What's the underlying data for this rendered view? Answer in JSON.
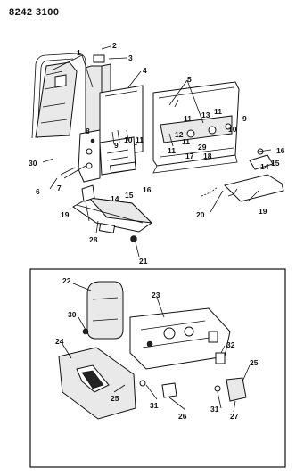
{
  "page_code": "8242 3100",
  "callouts_top": [
    {
      "id": "c1",
      "text": "1"
    },
    {
      "id": "c2",
      "text": "2"
    },
    {
      "id": "c3",
      "text": "3"
    },
    {
      "id": "c4",
      "text": "4"
    },
    {
      "id": "c5",
      "text": "5"
    },
    {
      "id": "c6",
      "text": "6"
    },
    {
      "id": "c7",
      "text": "7"
    },
    {
      "id": "c8",
      "text": "8"
    },
    {
      "id": "c9a",
      "text": "9"
    },
    {
      "id": "c9b",
      "text": "9"
    },
    {
      "id": "c10a",
      "text": "10"
    },
    {
      "id": "c10b",
      "text": "10"
    },
    {
      "id": "c11a",
      "text": "11"
    },
    {
      "id": "c11b",
      "text": "11"
    },
    {
      "id": "c11c",
      "text": "11"
    },
    {
      "id": "c11d",
      "text": "11"
    },
    {
      "id": "c11e",
      "text": "11"
    },
    {
      "id": "c12",
      "text": "12"
    },
    {
      "id": "c13",
      "text": "13"
    },
    {
      "id": "c14a",
      "text": "14"
    },
    {
      "id": "c14b",
      "text": "14"
    },
    {
      "id": "c15a",
      "text": "15"
    },
    {
      "id": "c15b",
      "text": "15"
    },
    {
      "id": "c16a",
      "text": "16"
    },
    {
      "id": "c16b",
      "text": "16"
    },
    {
      "id": "c17",
      "text": "17"
    },
    {
      "id": "c18",
      "text": "18"
    },
    {
      "id": "c19a",
      "text": "19"
    },
    {
      "id": "c19b",
      "text": "19"
    },
    {
      "id": "c20",
      "text": "20"
    },
    {
      "id": "c21",
      "text": "21"
    },
    {
      "id": "c28",
      "text": "28"
    },
    {
      "id": "c29",
      "text": "29"
    },
    {
      "id": "c30a",
      "text": "30"
    }
  ],
  "callouts_inset": [
    {
      "id": "c22",
      "text": "22"
    },
    {
      "id": "c23",
      "text": "23"
    },
    {
      "id": "c24",
      "text": "24"
    },
    {
      "id": "c25a",
      "text": "25"
    },
    {
      "id": "c25b",
      "text": "25"
    },
    {
      "id": "c26",
      "text": "26"
    },
    {
      "id": "c27",
      "text": "27"
    },
    {
      "id": "c30b",
      "text": "30"
    },
    {
      "id": "c31a",
      "text": "31"
    },
    {
      "id": "c31b",
      "text": "31"
    },
    {
      "id": "c32",
      "text": "32"
    }
  ]
}
